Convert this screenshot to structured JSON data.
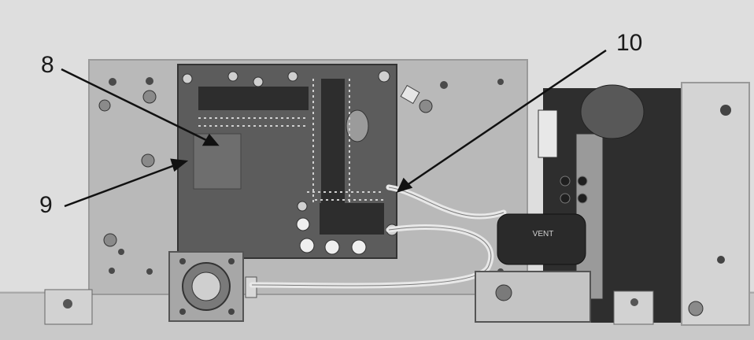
{
  "callouts": {
    "label_8": "8",
    "label_9": "9",
    "label_10": "10"
  },
  "capacitor_text": "VENT",
  "colors": {
    "background": "#dcdcdc",
    "panel": "#b8b8b8",
    "circuit_board": "#5a5a5a",
    "dark": "#2a2a2a",
    "label": "#1a1a1a"
  }
}
